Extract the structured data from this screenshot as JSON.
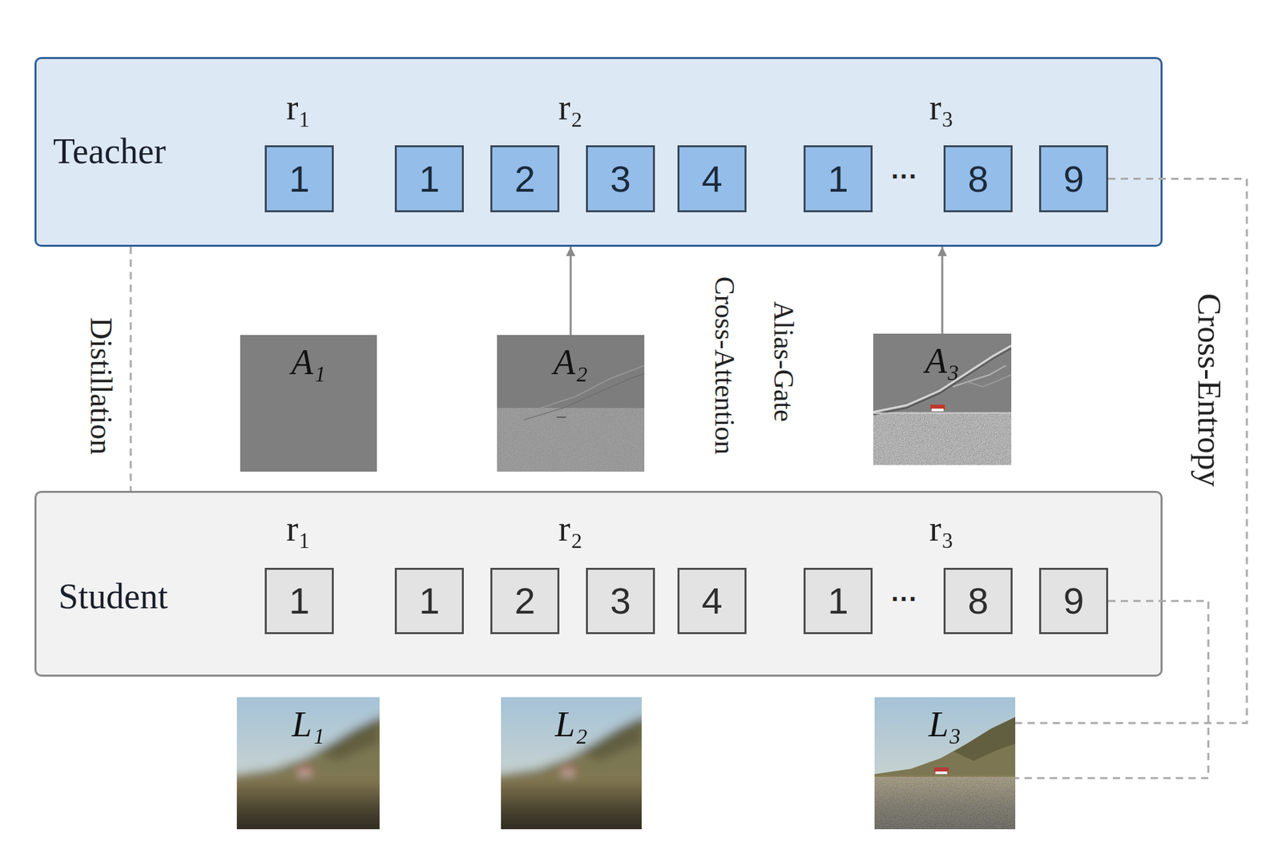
{
  "diagram": {
    "nodes": [
      {
        "text": [
          "Teacher"
        ]
      },
      {
        "text": [
          "1"
        ],
        "in": 0
      },
      {
        "text": [
          "1"
        ],
        "in": 0
      },
      {
        "text": [
          "2"
        ],
        "in": 0
      },
      {
        "text": [
          "3"
        ],
        "in": 0
      },
      {
        "text": [
          "4"
        ],
        "in": 0
      },
      {
        "text": [
          "1"
        ],
        "in": 0
      },
      {
        "text": [
          "8"
        ],
        "in": 0
      },
      {
        "text": [
          "9"
        ],
        "in": 0
      },
      {
        "text": [
          "A₁"
        ]
      },
      {
        "text": [
          "A₂"
        ]
      },
      {
        "text": [
          "A₃"
        ]
      },
      {
        "text": [
          "Student"
        ]
      },
      {
        "text": [
          "1"
        ],
        "in": 12
      },
      {
        "text": [
          "1"
        ],
        "in": 12
      },
      {
        "text": [
          "2"
        ],
        "in": 12
      },
      {
        "text": [
          "3"
        ],
        "in": 12
      },
      {
        "text": [
          "4"
        ],
        "in": 12
      },
      {
        "text": [
          "1"
        ],
        "in": 12
      },
      {
        "text": [
          "8"
        ],
        "in": 12
      },
      {
        "text": [
          "9"
        ],
        "in": 12
      },
      {
        "text": [
          "L₁"
        ]
      },
      {
        "text": [
          "L₂"
        ]
      },
      {
        "text": [
          "L₃"
        ]
      }
    ],
    "edges": [
      {
        "from": 0,
        "to": 12,
        "label": "Distillation",
        "arrow": "none"
      },
      {
        "from": 10,
        "to": 0,
        "arrow": "to"
      },
      {
        "from": 11,
        "to": 0,
        "arrow": "to"
      },
      {
        "from": 8,
        "to": 23,
        "label": "Cross-Entropy",
        "arrow": "none"
      },
      {
        "from": 20,
        "to": 23,
        "arrow": "none"
      }
    ],
    "labels": [
      "r₁",
      "r₂",
      "r₃",
      "···",
      "r₁",
      "r₂",
      "r₃",
      "···",
      "Cross-Attention",
      "Alias-Gate"
    ]
  }
}
